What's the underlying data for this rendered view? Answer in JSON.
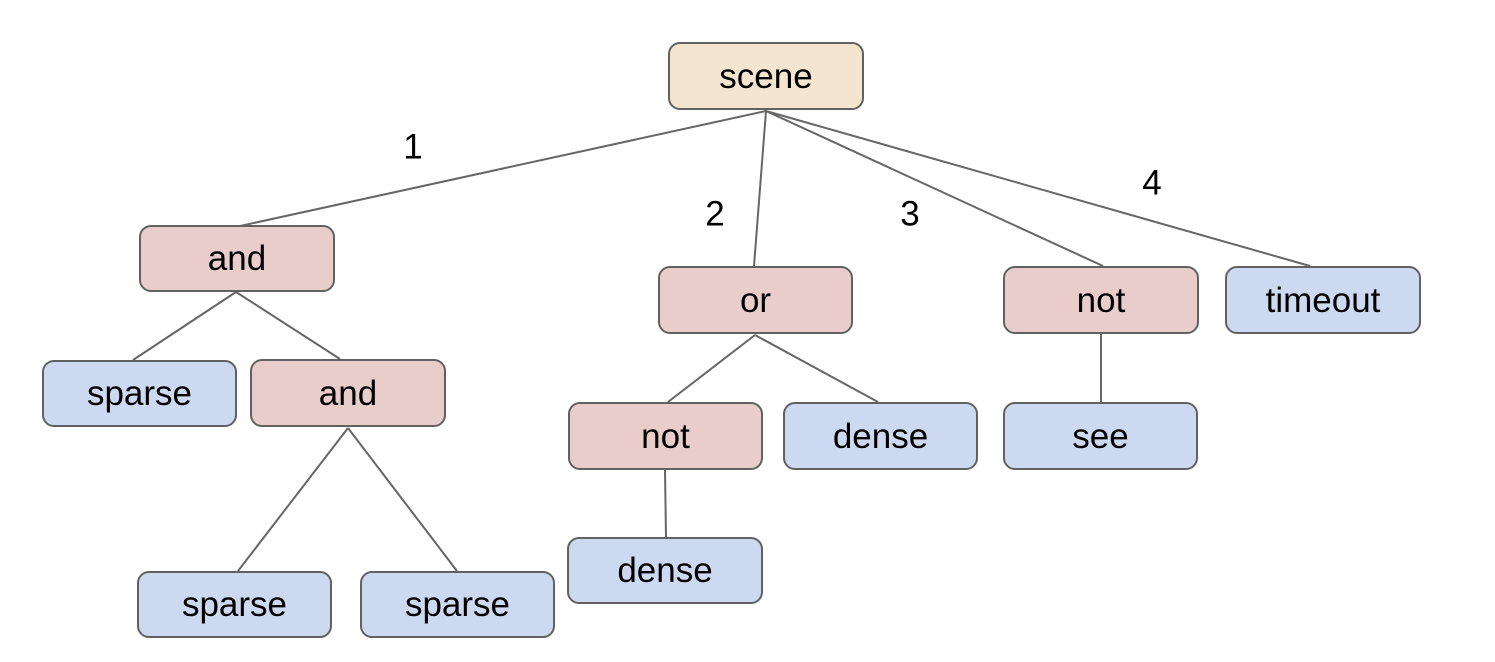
{
  "diagram": {
    "type": "tree",
    "root": "scene",
    "nodes": [
      {
        "id": "scene",
        "label": "scene",
        "kind": "root"
      },
      {
        "id": "and-1",
        "label": "and",
        "kind": "operator"
      },
      {
        "id": "or-1",
        "label": "or",
        "kind": "operator"
      },
      {
        "id": "not-1",
        "label": "not",
        "kind": "operator"
      },
      {
        "id": "timeout-1",
        "label": "timeout",
        "kind": "leaf"
      },
      {
        "id": "sparse-1",
        "label": "sparse",
        "kind": "leaf"
      },
      {
        "id": "and-2",
        "label": "and",
        "kind": "operator"
      },
      {
        "id": "not-2",
        "label": "not",
        "kind": "operator"
      },
      {
        "id": "dense-1",
        "label": "dense",
        "kind": "leaf"
      },
      {
        "id": "see-1",
        "label": "see",
        "kind": "leaf"
      },
      {
        "id": "dense-2",
        "label": "dense",
        "kind": "leaf"
      },
      {
        "id": "sparse-2",
        "label": "sparse",
        "kind": "leaf"
      },
      {
        "id": "sparse-3",
        "label": "sparse",
        "kind": "leaf"
      }
    ],
    "edges": [
      {
        "from": "scene",
        "to": "and-1",
        "label": "1"
      },
      {
        "from": "scene",
        "to": "or-1",
        "label": "2"
      },
      {
        "from": "scene",
        "to": "not-1",
        "label": "3"
      },
      {
        "from": "scene",
        "to": "timeout-1",
        "label": "4"
      },
      {
        "from": "and-1",
        "to": "sparse-1",
        "label": ""
      },
      {
        "from": "and-1",
        "to": "and-2",
        "label": ""
      },
      {
        "from": "and-2",
        "to": "sparse-2",
        "label": ""
      },
      {
        "from": "and-2",
        "to": "sparse-3",
        "label": ""
      },
      {
        "from": "or-1",
        "to": "not-2",
        "label": ""
      },
      {
        "from": "or-1",
        "to": "dense-1",
        "label": ""
      },
      {
        "from": "not-2",
        "to": "dense-2",
        "label": ""
      },
      {
        "from": "not-1",
        "to": "see-1",
        "label": ""
      }
    ],
    "colors": {
      "root_fill": "#f4e6ce",
      "operator_fill": "#e8cdcb",
      "leaf_fill": "#cdd9f0",
      "node_border": "#616161",
      "edge_line": "#666666",
      "text": "#000000",
      "background": "#ffffff"
    }
  }
}
